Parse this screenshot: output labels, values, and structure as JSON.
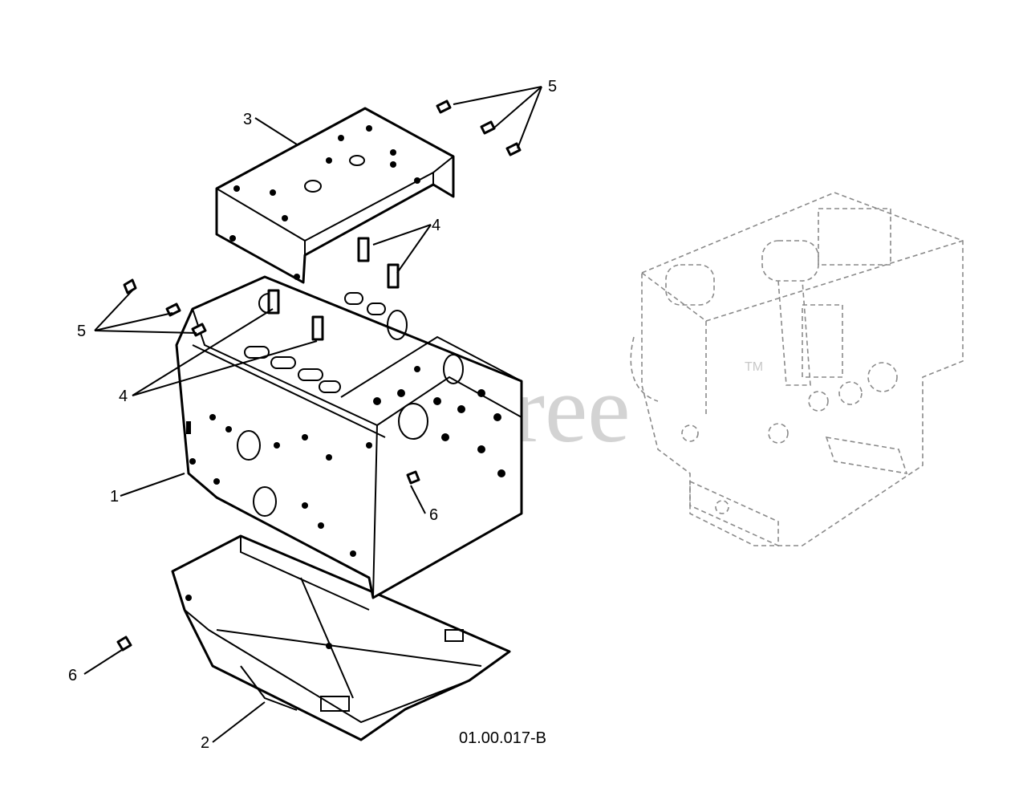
{
  "diagram": {
    "callouts": [
      "1",
      "2",
      "3",
      "4",
      "4",
      "5",
      "5",
      "6",
      "6"
    ],
    "drawing_code": "01.00.017-B",
    "watermark": "PartsTree",
    "watermark_tm": "TM"
  }
}
